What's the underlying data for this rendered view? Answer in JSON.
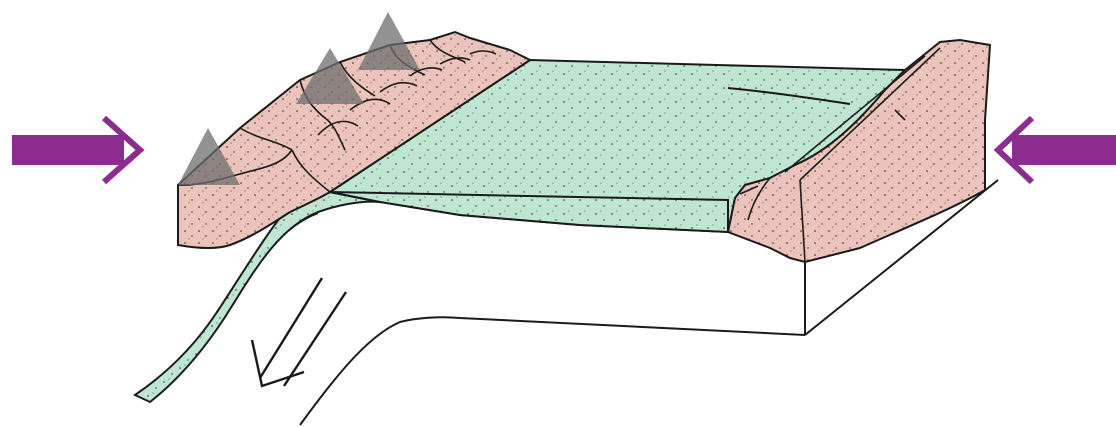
{
  "diagram": {
    "arrows": {
      "left_compression": {
        "direction": "right",
        "color": "#8B2C8E"
      },
      "right_compression": {
        "direction": "left",
        "color": "#8B2C8E"
      },
      "subduction_motion": {
        "direction": "down-left",
        "color": "#1a1a1a"
      }
    },
    "volcanoes": {
      "count": 3,
      "color": "#6e6e6e"
    },
    "colors": {
      "continental_crust": "#EBC3BA",
      "oceanic_crust": "#BFE6D0",
      "stipple": "#2a2a2a",
      "outline": "#1a1a1a",
      "mantle": "#ffffff"
    }
  }
}
